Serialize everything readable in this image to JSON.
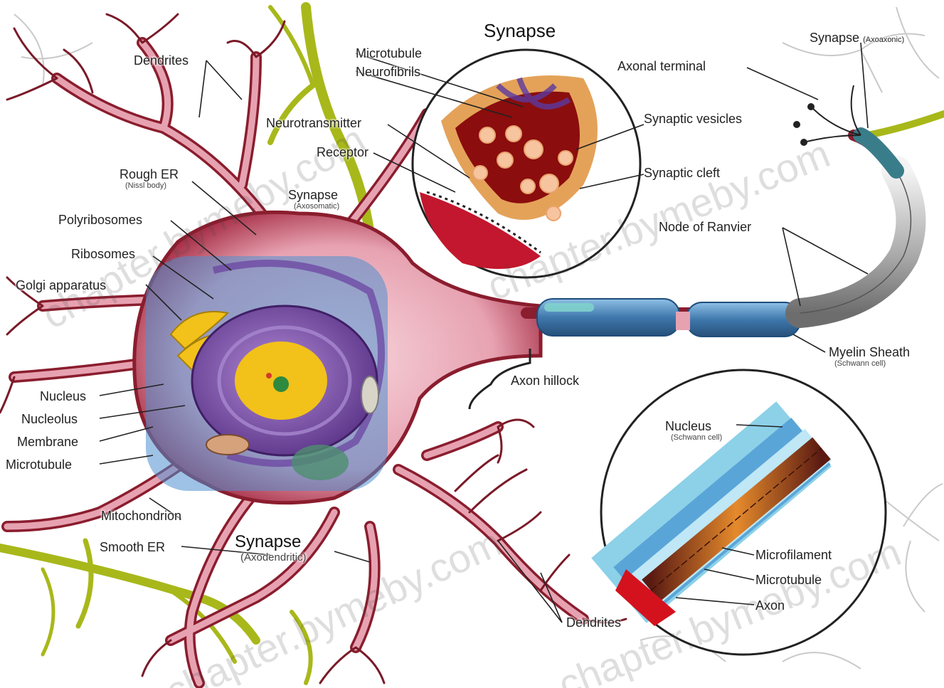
{
  "labels": {
    "synapse_top": "Synapse",
    "microtubule_top": "Microtubule",
    "neurofibrils": "Neurofibrils",
    "axonal_terminal": "Axonal terminal",
    "synapse_axoaxonic": "Synapse",
    "synapse_axoaxonic_sub": "(Axoaxonic)",
    "dendrites_top": "Dendrites",
    "neurotransmitter": "Neurotransmitter",
    "receptor": "Receptor",
    "synaptic_vesicles": "Synaptic vesicles",
    "synaptic_cleft": "Synaptic cleft",
    "rough_er": "Rough ER",
    "rough_er_sub": "(Nissl body)",
    "synapse_axosomatic": "Synapse",
    "synapse_axosomatic_sub": "(Axosomatic)",
    "polyribosomes": "Polyribosomes",
    "ribosomes": "Ribosomes",
    "golgi": "Golgi apparatus",
    "node_of_ranvier": "Node of Ranvier",
    "myelin_sheath": "Myelin Sheath",
    "myelin_sheath_sub": "(Schwann cell)",
    "axon_hillock": "Axon hillock",
    "nucleus": "Nucleus",
    "nucleolus": "Nucleolus",
    "membrane": "Membrane",
    "microtubule_left": "Microtubule",
    "nucleus_schwann": "Nucleus",
    "nucleus_schwann_sub": "(Schwann cell)",
    "mitochondrion": "Mitochondrion",
    "smooth_er": "Smooth ER",
    "synapse_axodendritic": "Synapse",
    "synapse_axodendritic_sub": "(Axodendritic)",
    "microfilament": "Microfilament",
    "microtubule_right": "Microtubule",
    "axon": "Axon",
    "dendrites_bottom": "Dendrites"
  },
  "watermark": "chapter.bymeby.com",
  "colors": {
    "dendrite": "#8a1d2e",
    "dendrite_light": "#e9a3b2",
    "cytoplasm": "#f3c6d0",
    "nucleus": "#7b4fa8",
    "nucleolus": "#f2c11a",
    "myelin": "#4f86b8",
    "node": "#e9a3b2",
    "green_neuron": "#a8b81a",
    "synapse_red": "#8b0d0d",
    "cell_blue": "#4f8fcf"
  }
}
